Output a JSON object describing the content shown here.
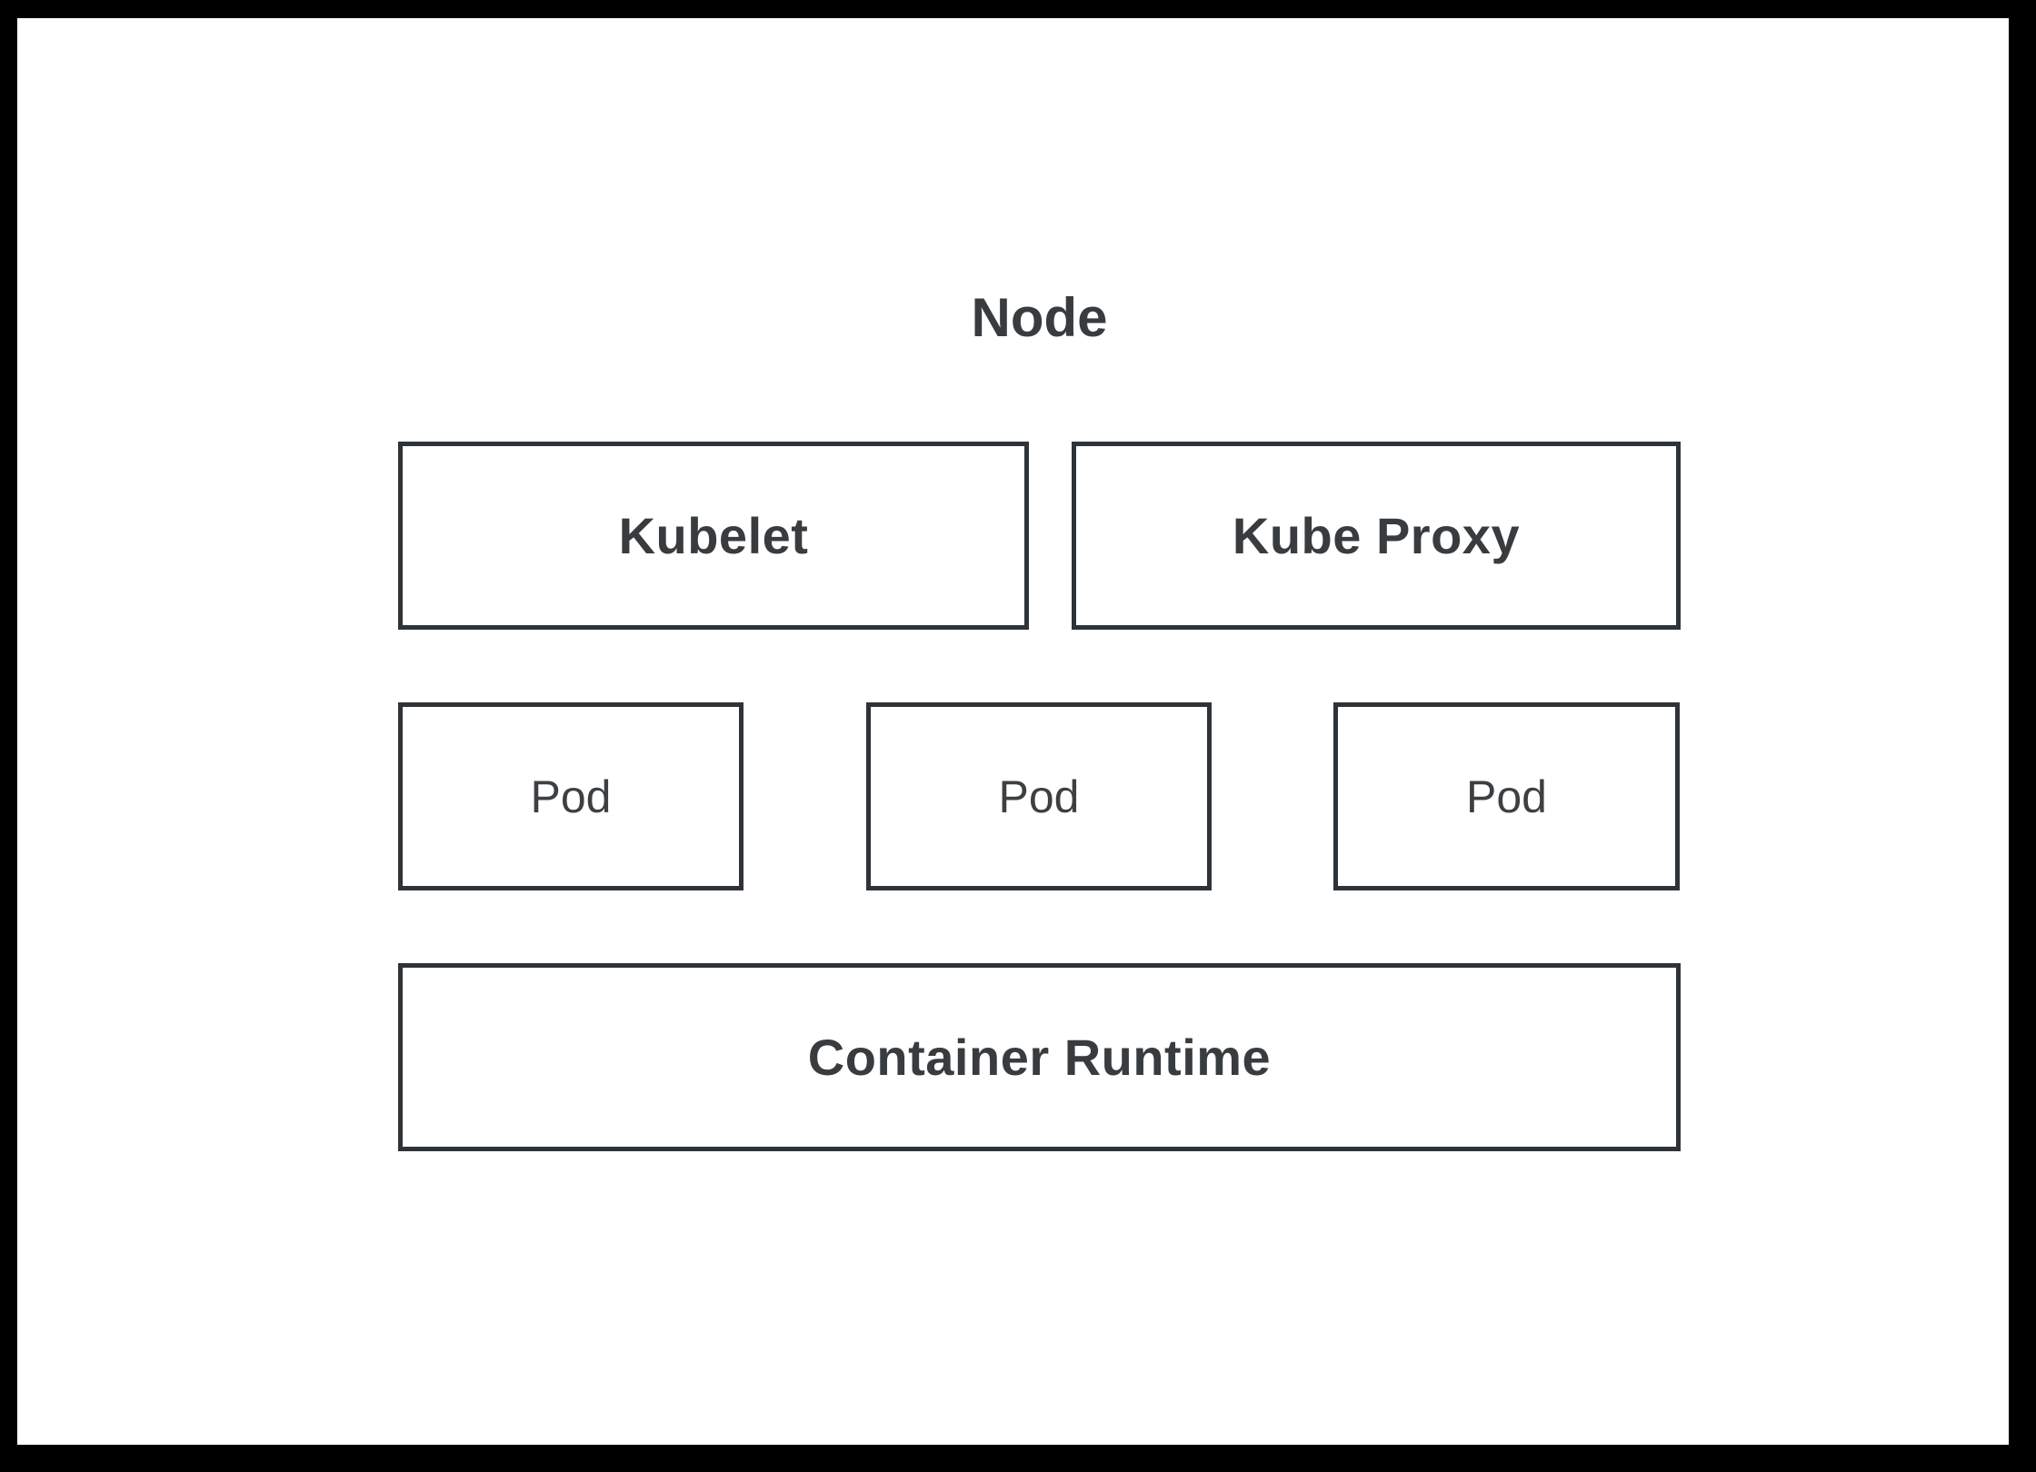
{
  "diagram": {
    "title": "Node",
    "components": {
      "kubelet": {
        "label": "Kubelet"
      },
      "kube_proxy": {
        "label": "Kube Proxy"
      },
      "pods": [
        {
          "label": "Pod"
        },
        {
          "label": "Pod"
        },
        {
          "label": "Pod"
        }
      ],
      "container_runtime": {
        "label": "Container Runtime"
      }
    },
    "colors": {
      "frame": "#000000",
      "canvas_bg": "#ffffff",
      "box_border": "#2e3338",
      "text": "#383c3f"
    }
  }
}
